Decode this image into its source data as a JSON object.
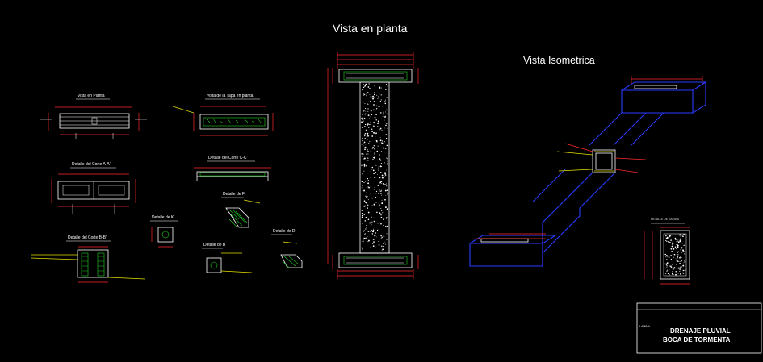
{
  "main_views": {
    "plan_title": "Vista  en planta",
    "iso_title": "Vista Isometrica"
  },
  "detail_titles": {
    "vista_en_planta": "Vista en Planta",
    "tapa_en_planta": "Vista de la Tapa en planta",
    "corte_a_a": "Detalle del Corte A-A'",
    "corte_c_c": "Detalle del Corte C-C'",
    "detalle_f": "Detalle de F",
    "detalle_k": "Detalle de K",
    "corte_b_b": "Detalle del Corte B-B'",
    "detalle_b": "Detalle de B",
    "detalle_d": "Detalle de D",
    "detalle_zapata": "DETALLE DE ZAPATA"
  },
  "title_block": {
    "label": "LAMINA",
    "line1": "DRENAJE PLUVIAL",
    "line2": "BOCA DE TORMENTA"
  },
  "colors": {
    "background": "#000000",
    "linework": "#ffffff",
    "dimension": "#ff2a2a",
    "isometric_outline": "#2a3cff",
    "hatch": "#22d022",
    "accent_yellow": "#e8e000",
    "accent_cyan": "#00d8e0"
  }
}
